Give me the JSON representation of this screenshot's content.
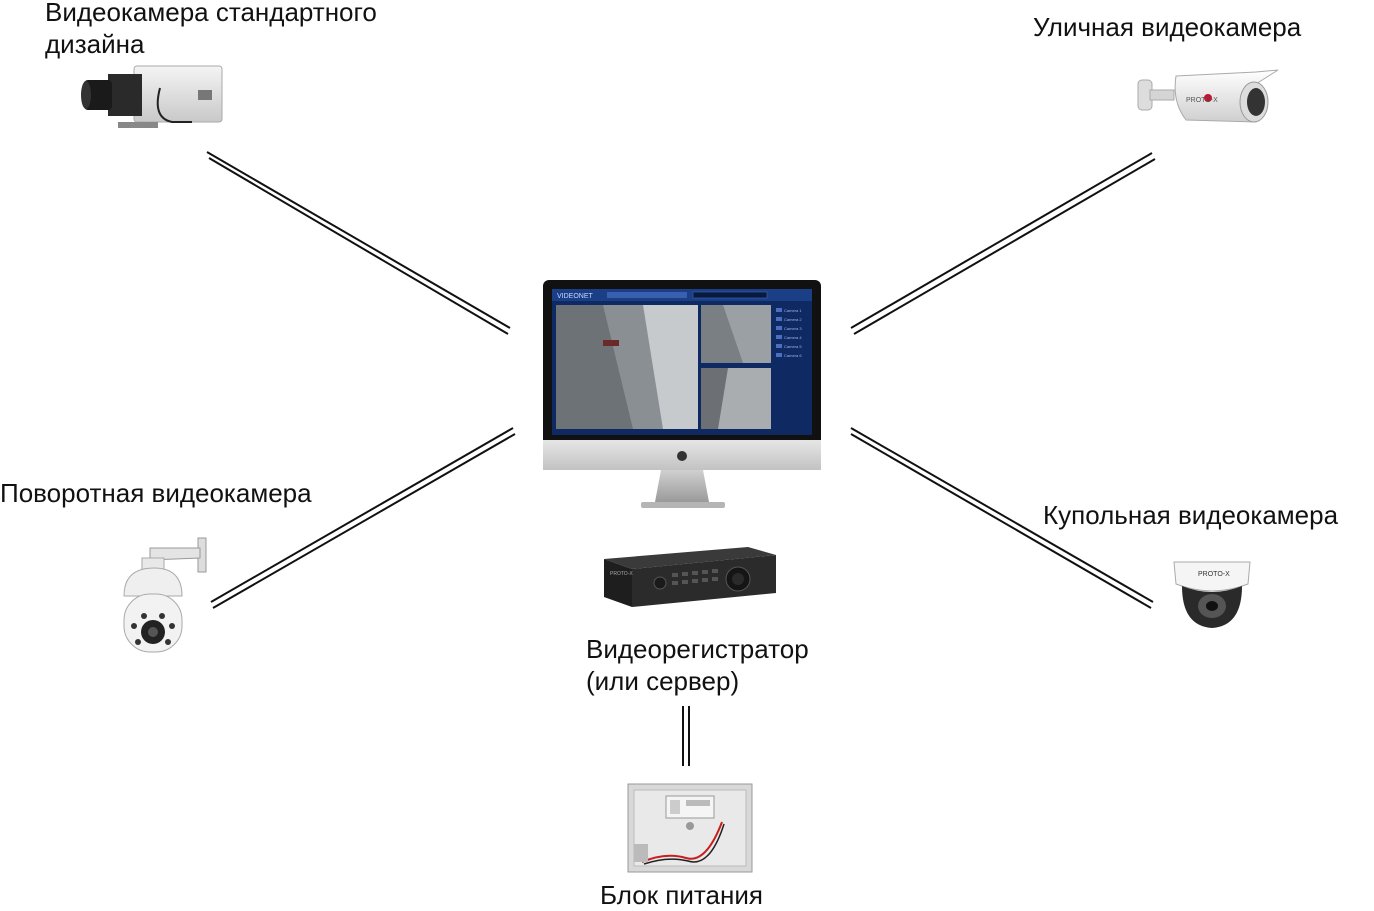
{
  "labels": {
    "standard_camera": [
      "Видеокамера стандартного",
      "дизайна"
    ],
    "street_camera": "Уличная видеокамера",
    "ptz_camera": "Поворотная видеокамера",
    "dome_camera": "Купольная видеокамера",
    "recorder": [
      "Видеорегистратор",
      "(или сервер)"
    ],
    "power_supply": "Блок питания"
  },
  "monitor_screen": {
    "logo_text": "VIDEONET",
    "channels": [
      "Camera 1",
      "Camera 2",
      "Camera 3",
      "Camera 4",
      "Camera 5",
      "Camera 6"
    ]
  },
  "icons": {
    "standard_camera": "box-camera-icon",
    "street_camera": "bullet-camera-icon",
    "ptz_camera": "ptz-camera-icon",
    "dome_camera": "dome-camera-icon",
    "monitor": "monitor-icon",
    "recorder": "dvr-icon",
    "power_supply": "power-supply-icon"
  },
  "device_brand": "PROTO-X"
}
